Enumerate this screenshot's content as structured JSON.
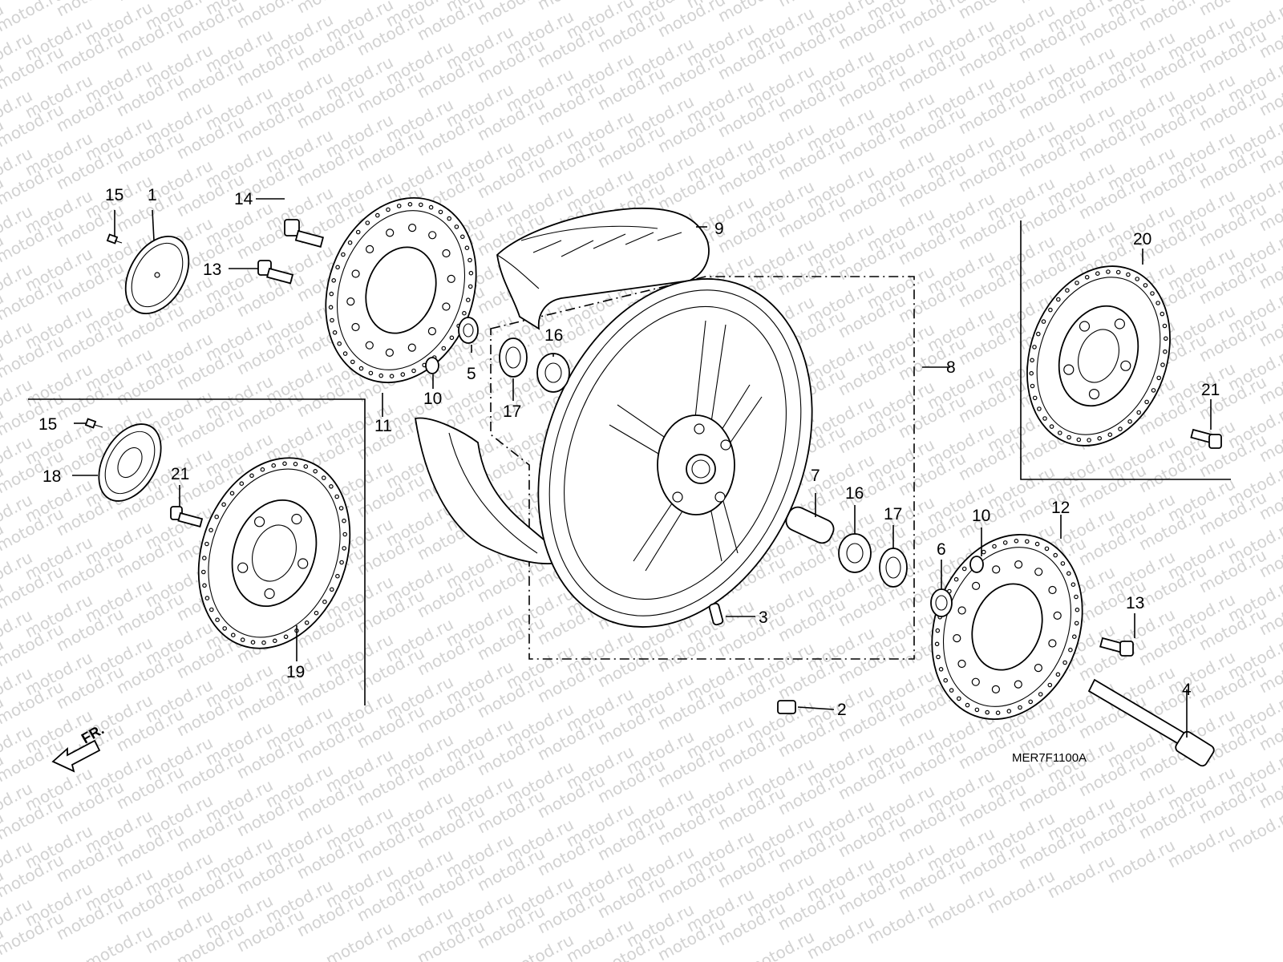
{
  "diagram": {
    "watermark_text": "motod.ru",
    "figure_code": "MER7F1100A",
    "direction_label": "FR.",
    "callouts": {
      "c1": "1",
      "c2": "2",
      "c3": "3",
      "c4": "4",
      "c5": "5",
      "c6": "6",
      "c7": "7",
      "c8": "8",
      "c9": "9",
      "c10a": "10",
      "c10b": "10",
      "c11": "11",
      "c12": "12",
      "c13a": "13",
      "c13b": "13",
      "c14": "14",
      "c15a": "15",
      "c15b": "15",
      "c16a": "16",
      "c16b": "16",
      "c17a": "17",
      "c17b": "17",
      "c18": "18",
      "c19": "19",
      "c20": "20",
      "c21a": "21",
      "c21b": "21"
    }
  }
}
